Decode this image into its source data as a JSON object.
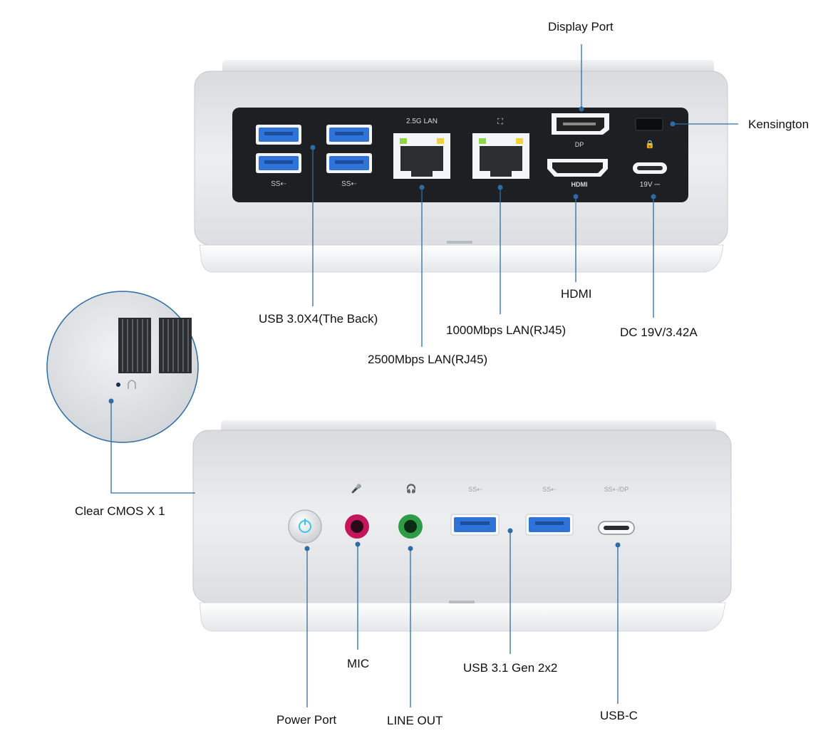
{
  "back_panel": {
    "port_labels": {
      "lan_2_5g": "2.5G LAN",
      "dp": "DP",
      "hdmi": "HDMI",
      "dc": "19V ⎓"
    }
  },
  "front_panel": {
    "port_labels": {
      "usb_a_1": "SS⇠",
      "usb_a_2": "SS⇠",
      "usb_c": "SS⇠/DP"
    }
  },
  "callouts": {
    "display_port": "Display Port",
    "kensington": "Kensington",
    "usb_back": "USB 3.0X4(The Back)",
    "lan_2500": "2500Mbps LAN(RJ45)",
    "lan_1000": "1000Mbps LAN(RJ45)",
    "hdmi": "HDMI",
    "dc": "DC 19V/3.42A",
    "clear_cmos": "Clear CMOS X 1",
    "power": "Power Port",
    "mic": "MIC",
    "line_out": "LINE OUT",
    "usb_front": "USB 3.1 Gen 2x2",
    "usb_c": "USB-C"
  },
  "colors": {
    "leader": "#2d6da3",
    "panel": "#1d1f22",
    "usb_blue": "#2f72d8",
    "mic_pink": "#c2185b",
    "line_green": "#2e9c47",
    "power_ring": "#38c6e8"
  }
}
